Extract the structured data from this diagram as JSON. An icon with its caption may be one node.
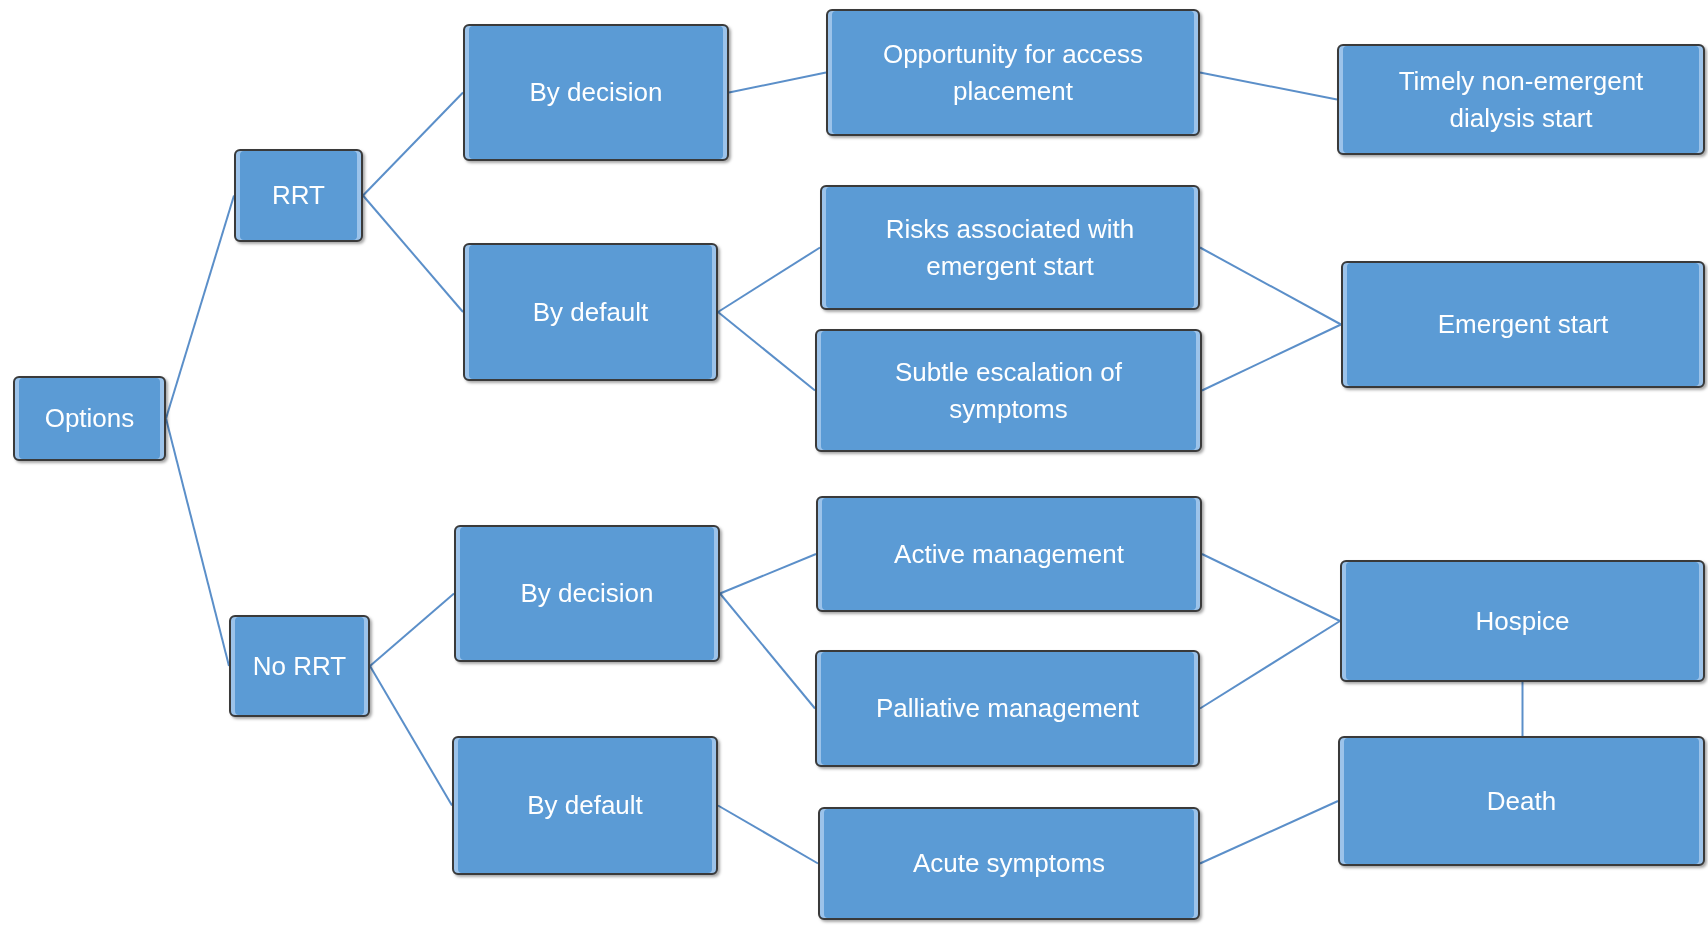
{
  "diagram": {
    "nodes": [
      {
        "text": [
          "Options"
        ]
      },
      {
        "text": [
          "RRT"
        ]
      },
      {
        "text": [
          "No RRT"
        ]
      },
      {
        "text": [
          "By decision"
        ]
      },
      {
        "text": [
          "By default"
        ]
      },
      {
        "text": [
          "By decision"
        ]
      },
      {
        "text": [
          "By default"
        ]
      },
      {
        "text": [
          "Opportunity for access placement"
        ]
      },
      {
        "text": [
          "Risks associated with emergent start"
        ]
      },
      {
        "text": [
          "Subtle escalation of symptoms"
        ]
      },
      {
        "text": [
          "Active management"
        ]
      },
      {
        "text": [
          "Palliative management"
        ]
      },
      {
        "text": [
          "Acute symptoms"
        ]
      },
      {
        "text": [
          "Timely non-emergent dialysis start"
        ]
      },
      {
        "text": [
          "Emergent start"
        ]
      },
      {
        "text": [
          "Hospice"
        ]
      },
      {
        "text": [
          "Death"
        ]
      }
    ],
    "edges": [
      {
        "from": 0,
        "to": 1,
        "arrow": "none"
      },
      {
        "from": 0,
        "to": 2,
        "arrow": "none"
      },
      {
        "from": 1,
        "to": 3,
        "arrow": "none"
      },
      {
        "from": 1,
        "to": 4,
        "arrow": "none"
      },
      {
        "from": 3,
        "to": 7,
        "arrow": "none"
      },
      {
        "from": 7,
        "to": 13,
        "arrow": "none"
      },
      {
        "from": 4,
        "to": 8,
        "arrow": "none"
      },
      {
        "from": 4,
        "to": 9,
        "arrow": "none"
      },
      {
        "from": 8,
        "to": 14,
        "arrow": "none"
      },
      {
        "from": 9,
        "to": 14,
        "arrow": "none"
      },
      {
        "from": 2,
        "to": 5,
        "arrow": "none"
      },
      {
        "from": 2,
        "to": 6,
        "arrow": "none"
      },
      {
        "from": 5,
        "to": 10,
        "arrow": "none"
      },
      {
        "from": 5,
        "to": 11,
        "arrow": "none"
      },
      {
        "from": 10,
        "to": 15,
        "arrow": "none"
      },
      {
        "from": 11,
        "to": 15,
        "arrow": "none"
      },
      {
        "from": 15,
        "to": 16,
        "arrow": "none"
      },
      {
        "from": 6,
        "to": 12,
        "arrow": "none"
      },
      {
        "from": 12,
        "to": 16,
        "arrow": "none"
      }
    ]
  }
}
